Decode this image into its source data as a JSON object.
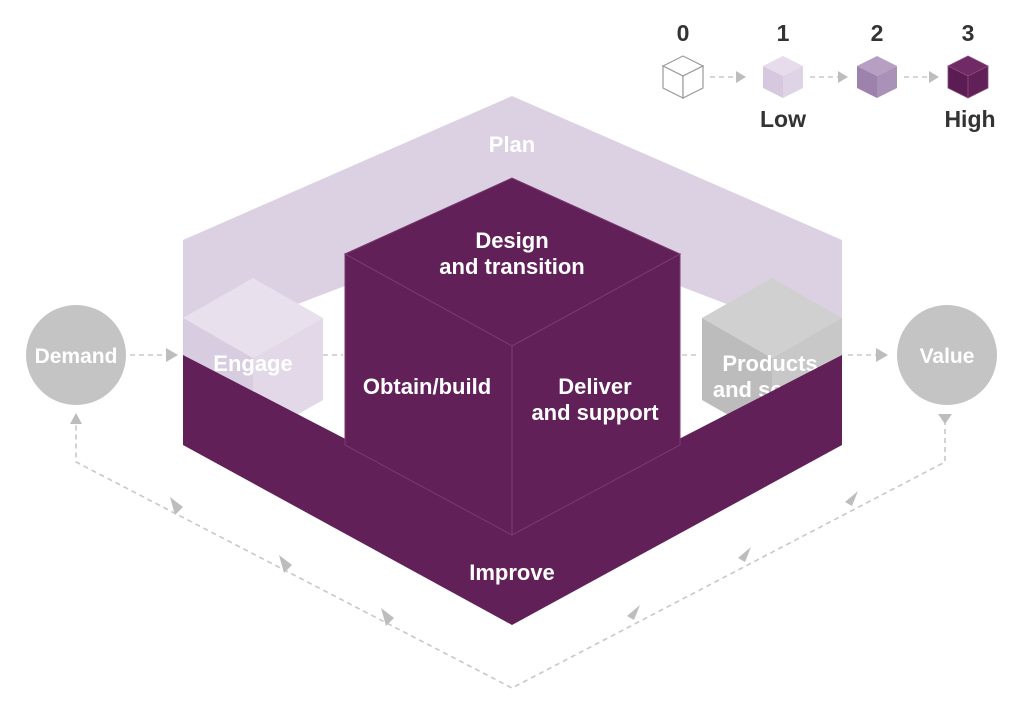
{
  "diagram": {
    "input": "Demand",
    "output": "Value",
    "activities": {
      "plan": "Plan",
      "improve": "Improve",
      "engage": "Engage",
      "design_line1": "Design",
      "design_line2": "and transition",
      "obtain": "Obtain/build",
      "deliver_line1": "Deliver",
      "deliver_line2": "and support",
      "products_line1": "Products",
      "products_line2": "and ser"
    }
  },
  "legend": {
    "levels": [
      {
        "number": "0",
        "label": ""
      },
      {
        "number": "1",
        "label": "Low"
      },
      {
        "number": "2",
        "label": ""
      },
      {
        "number": "3",
        "label": "High"
      }
    ]
  },
  "colors": {
    "level0": "#ffffff",
    "level1": "#dcd1e3",
    "level2": "#a98fb8",
    "level3": "#622059",
    "muted": "#c4c4c4"
  }
}
